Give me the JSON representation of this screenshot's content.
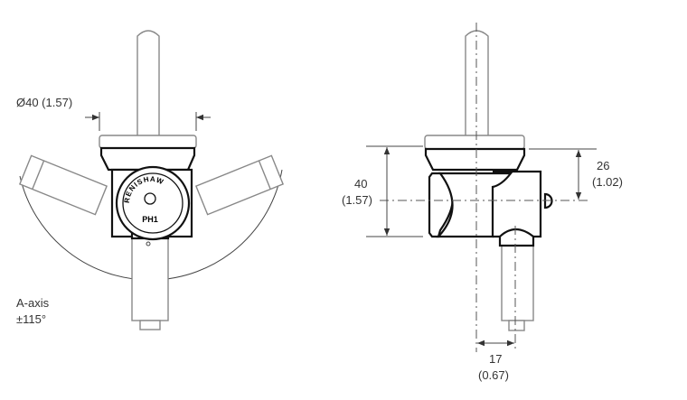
{
  "front_view": {
    "diameter_label": "Ø40 (1.57)",
    "axis_label": "A-axis",
    "axis_range": "±115°",
    "logo_text": "RENISHAW",
    "model_text": "PH1"
  },
  "side_view": {
    "height_mm": "40",
    "height_in": "(1.57)",
    "offset_mm": "26",
    "offset_in": "(1.02)",
    "probe_offset_mm": "17",
    "probe_offset_in": "(0.67)"
  }
}
